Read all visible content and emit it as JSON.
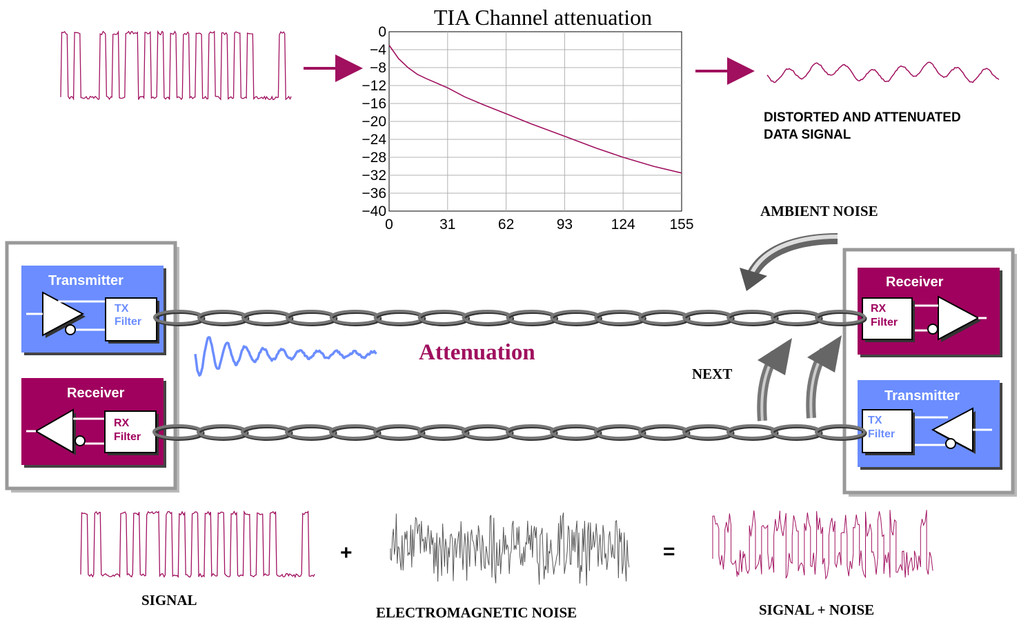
{
  "chart_data": {
    "type": "line",
    "title": "TIA Channel attenuation",
    "xlim": [
      0,
      155
    ],
    "ylim": [
      -40,
      0
    ],
    "x_ticks": [
      "0",
      "31",
      "62",
      "93",
      "124",
      "155"
    ],
    "y_ticks": [
      "0",
      "−4",
      "−8",
      "−12",
      "−16",
      "−20",
      "−24",
      "−28",
      "−32",
      "−36",
      "−40"
    ],
    "grid": true,
    "series": [
      {
        "color": "#a0105f",
        "x": [
          0,
          5,
          10,
          15,
          20,
          31,
          40,
          50,
          62,
          75,
          93,
          110,
          124,
          140,
          155
        ],
        "y": [
          -3,
          -6,
          -8,
          -9.5,
          -10.5,
          -12.5,
          -14.5,
          -16.3,
          -18.3,
          -20.5,
          -23.3,
          -26,
          -28,
          -30,
          -31.5
        ]
      }
    ]
  },
  "labels": {
    "distorted_line1": "DISTORTED AND ATTENUATED",
    "distorted_line2": "DATA SIGNAL",
    "ambient_noise": "AMBIENT NOISE",
    "attenuation": "Attenuation",
    "next": "NEXT",
    "signal": "SIGNAL",
    "em_noise": "ELECTROMAGNETIC NOISE",
    "signal_plus_noise": "SIGNAL + NOISE",
    "plus": "+",
    "equals": "="
  },
  "left_station": {
    "transmitter": "Transmitter",
    "tx_filter_1": "TX",
    "tx_filter_2": "Filter",
    "receiver": "Receiver",
    "rx_filter_1": "RX",
    "rx_filter_2": "Filter"
  },
  "right_station": {
    "receiver": "Receiver",
    "rx_filter_1": "RX",
    "rx_filter_2": "Filter",
    "transmitter": "Transmitter",
    "tx_filter_1": "TX",
    "tx_filter_2": "Filter"
  },
  "colors": {
    "signal": "#a0105f",
    "transmitter_block": "#6b8dff",
    "receiver_block": "#a0005e",
    "noise": "#555555",
    "cable": "#666666",
    "attenuated_wave": "#6b8dff"
  }
}
